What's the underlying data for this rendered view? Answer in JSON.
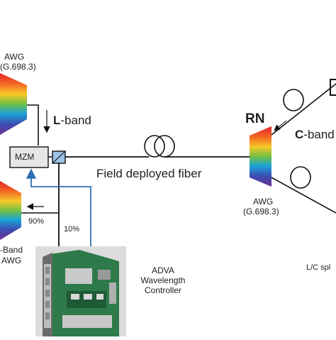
{
  "labels": {
    "awg_top_1": "AWG",
    "awg_top_2": "(G.698.3)",
    "l_band_letter": "L",
    "l_band_rest": "-band",
    "mzm": "MZM",
    "field_fiber": "Field deployed fiber",
    "pct_90": "90%",
    "pct_10": "10%",
    "awg_bottom_1": "-Band",
    "awg_bottom_2": "AWG",
    "rn": "RN",
    "awg_rn_1": "AWG",
    "awg_rn_2": "(G.698.3)",
    "c_band_letter": "C",
    "c_band_rest": "-band",
    "adva_1": "ADVA",
    "adva_2": "Wavelength",
    "adva_3": "Controller",
    "lc_split": "L/C spl"
  },
  "colors": {
    "line": "#111111",
    "control_line": "#2e6fb5",
    "mzm_fill": "#e6e6e6",
    "board_green": "#2f7a4a",
    "board_dark": "#3a3a3a"
  }
}
